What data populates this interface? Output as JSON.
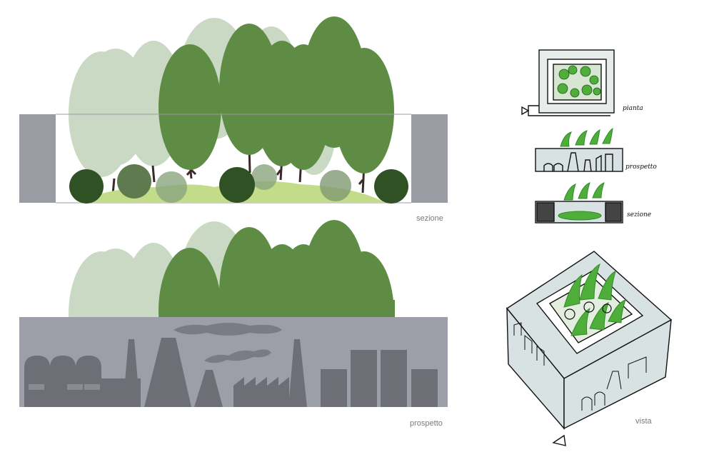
{
  "labels": {
    "sezione": "sezione",
    "prospetto": "prospetto",
    "vista": "vista",
    "sketch_pianta": "pianta",
    "sketch_prospetto": "prospetto",
    "sketch_sezione": "sezione"
  },
  "colors": {
    "wall_gray": "#9a9ca3",
    "facade_gray": "#9d9fa8",
    "industry_gray": "#6e6f76",
    "smoke_gray": "#7b7c83",
    "tree_green": "#5e8c45",
    "tree_light": "#b9cdb0",
    "shrub_dark": "#2f5124",
    "grass": "#c3dc8a",
    "sketch_green": "#4fae3a",
    "sketch_fill": "#d9e2e2"
  }
}
